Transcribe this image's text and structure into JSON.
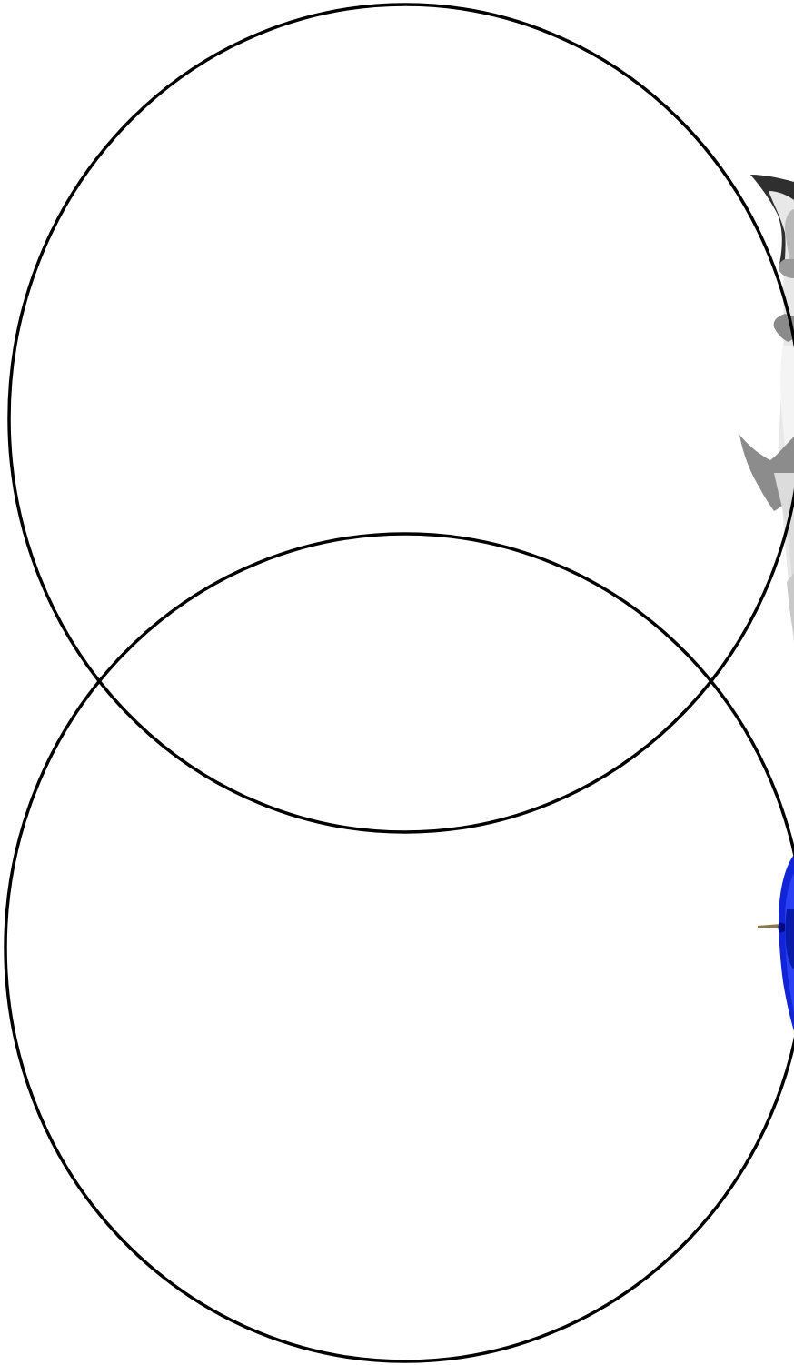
{
  "diagram": {
    "type": "venn",
    "sets": [
      {
        "name": "",
        "label": ""
      },
      {
        "name": "",
        "label": ""
      }
    ],
    "stroke_color": "#000000",
    "background_color": "#ffffff"
  },
  "images": [
    {
      "name": "shark-image",
      "description_visible": false,
      "colors": [
        "#8c8c8c",
        "#e9e9e9",
        "#2f2f2f"
      ]
    },
    {
      "name": "blue-fish-image",
      "description_visible": false,
      "colors": [
        "#0b23d6",
        "#1c34f0",
        "#000a80"
      ]
    }
  ]
}
